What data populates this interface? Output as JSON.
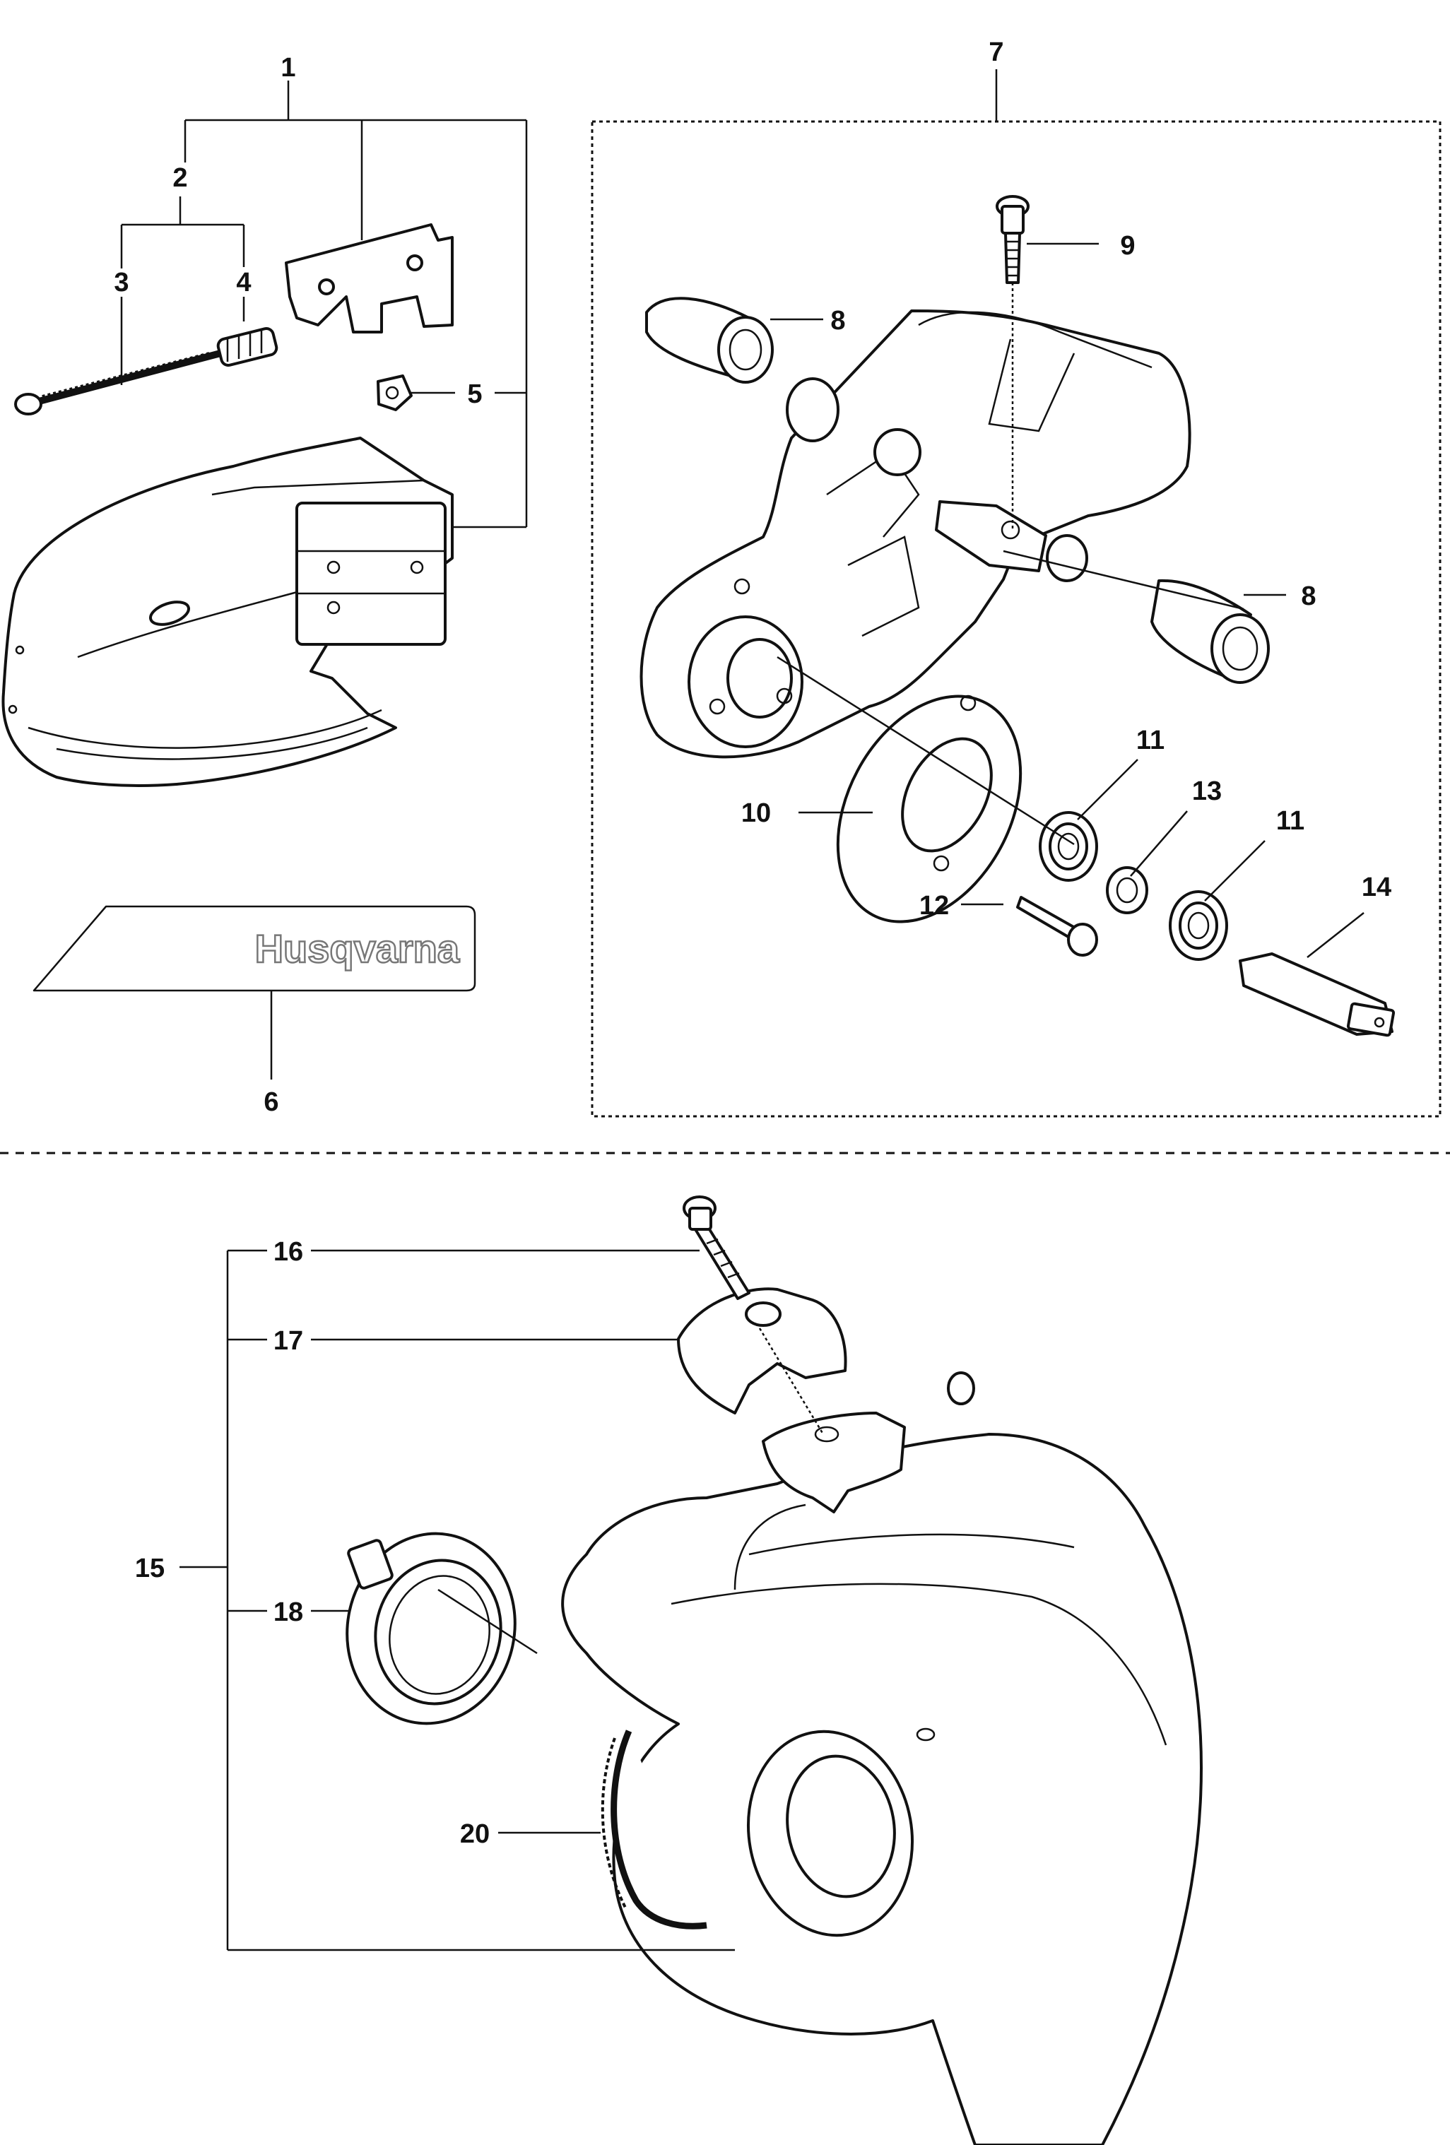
{
  "callouts": {
    "c1": "1",
    "c2": "2",
    "c3": "3",
    "c4": "4",
    "c5": "5",
    "c6": "6",
    "c7": "7",
    "c8a": "8",
    "c8b": "8",
    "c9": "9",
    "c10": "10",
    "c11a": "11",
    "c11b": "11",
    "c12": "12",
    "c13": "13",
    "c14": "14",
    "c15": "15",
    "c16": "16",
    "c17": "17",
    "c18": "18",
    "c20": "20"
  },
  "decal": {
    "brand_text": "Husqvarna"
  },
  "colors": {
    "line": "#111111",
    "background": "#ffffff",
    "decal_outline": "#777777"
  }
}
